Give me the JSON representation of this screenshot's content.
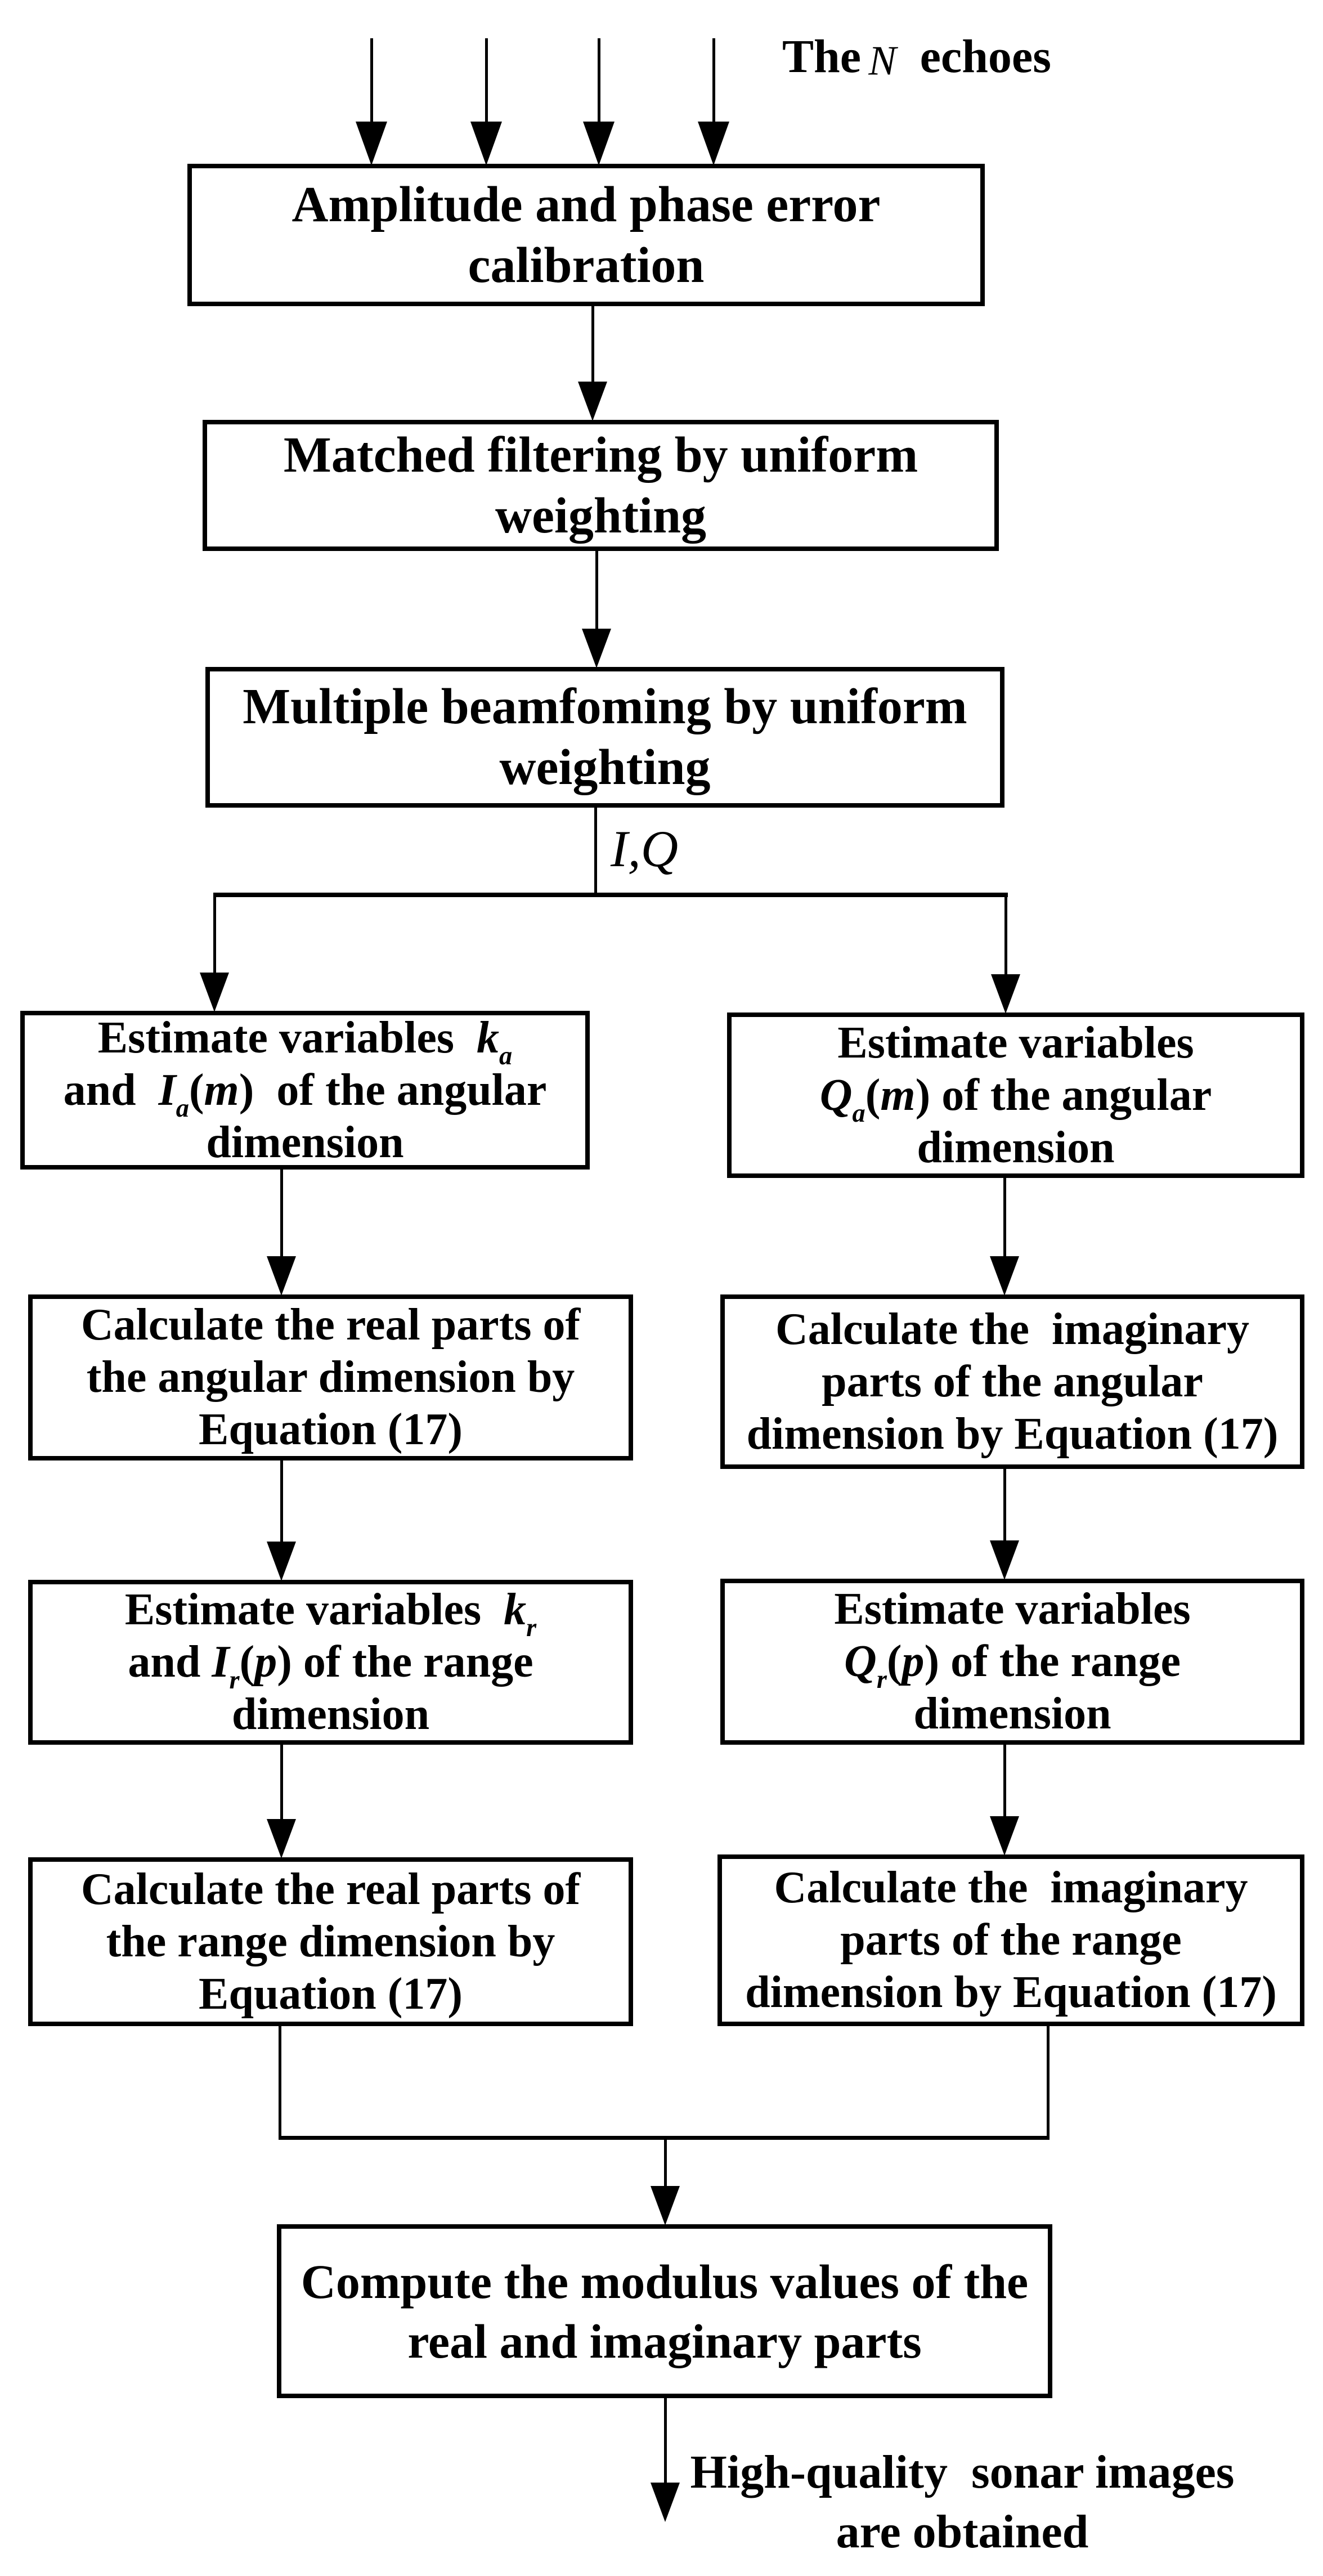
{
  "header": {
    "prefix": "The",
    "variable": "N",
    "suffix": "echoes"
  },
  "labels": {
    "iq": {
      "lines": [
        [
          {
            "math": "I"
          },
          {
            "text": ","
          },
          {
            "math": "Q"
          }
        ]
      ]
    }
  },
  "boxes": {
    "calibration": {
      "lines": [
        [
          {
            "text": "Amplitude and phase error"
          }
        ],
        [
          {
            "text": "calibration"
          }
        ]
      ]
    },
    "matched_filtering": {
      "lines": [
        [
          {
            "text": "Matched filtering by uniform"
          }
        ],
        [
          {
            "text": "weighting"
          }
        ]
      ]
    },
    "beamforming": {
      "lines": [
        [
          {
            "text": "Multiple beamfoming by uniform"
          }
        ],
        [
          {
            "text": "weighting"
          }
        ]
      ]
    },
    "estimate_angular_real": {
      "lines": [
        [
          {
            "text": "Estimate variables  "
          },
          {
            "math": "k",
            "sub": "a"
          }
        ],
        [
          {
            "text": "and  "
          },
          {
            "math": "I",
            "sub": "a",
            "args": "m"
          },
          {
            "text": "  of the angular"
          }
        ],
        [
          {
            "text": "dimension"
          }
        ]
      ]
    },
    "estimate_angular_imag": {
      "lines": [
        [
          {
            "text": "Estimate variables"
          }
        ],
        [
          {
            "math": "Q",
            "sub": "a",
            "args": "m"
          },
          {
            "text": " of the angular"
          }
        ],
        [
          {
            "text": "dimension"
          }
        ]
      ]
    },
    "calc_angular_real": {
      "lines": [
        [
          {
            "text": "Calculate the real parts of"
          }
        ],
        [
          {
            "text": "the angular dimension by"
          }
        ],
        [
          {
            "text": "Equation (17)"
          }
        ]
      ]
    },
    "calc_angular_imag": {
      "lines": [
        [
          {
            "text": "Calculate the  imaginary"
          }
        ],
        [
          {
            "text": "parts of the angular"
          }
        ],
        [
          {
            "text": "dimension by Equation (17)"
          }
        ]
      ]
    },
    "estimate_range_real": {
      "lines": [
        [
          {
            "text": "Estimate variables  "
          },
          {
            "math": "k",
            "sub": "r"
          }
        ],
        [
          {
            "text": "and "
          },
          {
            "math": "I",
            "sub": "r",
            "args": "p"
          },
          {
            "text": " of the range"
          }
        ],
        [
          {
            "text": "dimension"
          }
        ]
      ]
    },
    "estimate_range_imag": {
      "lines": [
        [
          {
            "text": "Estimate variables"
          }
        ],
        [
          {
            "math": "Q",
            "sub": "r",
            "args": "p"
          },
          {
            "text": " of the range"
          }
        ],
        [
          {
            "text": "dimension"
          }
        ]
      ]
    },
    "calc_range_real": {
      "lines": [
        [
          {
            "text": "Calculate the real parts of"
          }
        ],
        [
          {
            "text": "the range dimension by"
          }
        ],
        [
          {
            "text": "Equation (17)"
          }
        ]
      ]
    },
    "calc_range_imag": {
      "lines": [
        [
          {
            "text": "Calculate the  imaginary"
          }
        ],
        [
          {
            "text": "parts of the range"
          }
        ],
        [
          {
            "text": "dimension by Equation (17)"
          }
        ]
      ]
    },
    "modulus": {
      "lines": [
        [
          {
            "text": "Compute the modulus values of the"
          }
        ],
        [
          {
            "text": "real and imaginary parts"
          }
        ]
      ]
    }
  },
  "output": {
    "lines": [
      [
        {
          "text": "High-quality  sonar images"
        }
      ],
      [
        {
          "text": "are obtained"
        }
      ]
    ]
  },
  "colors": {
    "ink": "#000000",
    "background": "#ffffff"
  }
}
